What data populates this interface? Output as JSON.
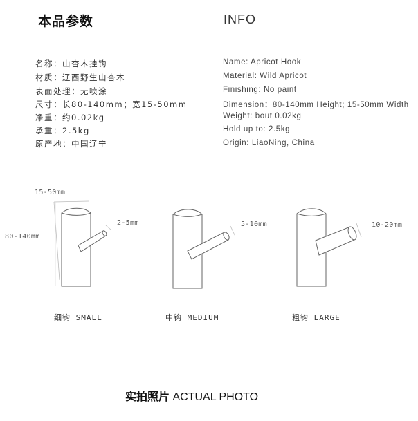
{
  "header": {
    "title_cn": "本品参数",
    "title_en": "INFO"
  },
  "specs_cn": [
    "名称：山杏木挂钩",
    "材质：辽西野生山杏木",
    "表面处理：无喷涂",
    "尺寸：长80-140mm；宽15-50mm",
    "净重：约0.02kg",
    "承重：2.5kg",
    "原产地：中国辽宁"
  ],
  "specs_en": [
    "Name: Apricot Hook",
    "Material: Wild Apricot",
    "Finishing: No paint",
    "Dimension：80-140mm Height; 15-50mm Width",
    "Weight: bout 0.02kg",
    "Hold up to: 2.5kg",
    "Origin: LiaoNing, China"
  ],
  "dimensions": {
    "width": "15-50mm",
    "height": "80-140mm",
    "small_peg": "2-5mm",
    "medium_peg": "5-10mm",
    "large_peg": "10-20mm"
  },
  "sizes": {
    "small": "细钩 SMALL",
    "medium": "中钩 MEDIUM",
    "large": "粗钩 LARGE"
  },
  "footer": {
    "cn": "实拍照片",
    "en": " ACTUAL PHOTO"
  }
}
